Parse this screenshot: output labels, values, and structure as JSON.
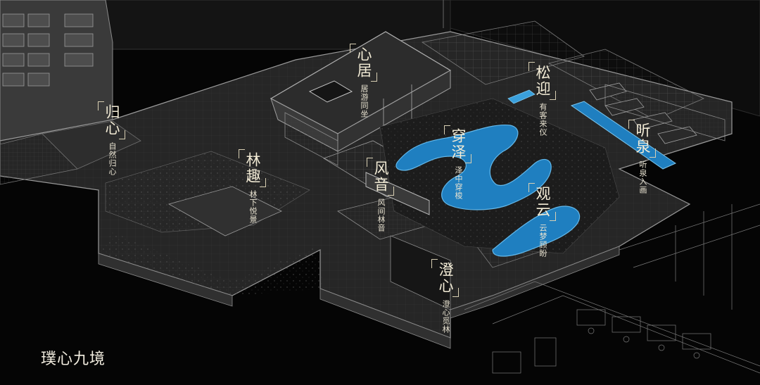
{
  "title": "璞心九境",
  "zones": [
    {
      "id": "xinju",
      "main": "心居",
      "sub": "居游同坐"
    },
    {
      "id": "guixin",
      "main": "归心",
      "sub": "自然归心"
    },
    {
      "id": "linqu",
      "main": "林趣",
      "sub": "林下悦景"
    },
    {
      "id": "fengyin",
      "main": "风音",
      "sub": "风间林音"
    },
    {
      "id": "chuanze",
      "main": "穿泽",
      "sub": "泽中穿梭"
    },
    {
      "id": "songying",
      "main": "松迎",
      "sub": "有客来仪"
    },
    {
      "id": "tingquan",
      "main": "听泉",
      "sub": "听泉入画"
    },
    {
      "id": "guanyun",
      "main": "观云",
      "sub": "云梦顾盼"
    },
    {
      "id": "chengxin",
      "main": "澄心",
      "sub": "澄心觅林"
    }
  ],
  "colors": {
    "background": "#050505",
    "platform": "#2a2a2a",
    "platform_dark": "#1c1c1c",
    "grid_line": "#8d8d8d",
    "water": "#1f7fc0",
    "water_light": "#3aa0dc",
    "label_text": "#f3ecd6"
  }
}
